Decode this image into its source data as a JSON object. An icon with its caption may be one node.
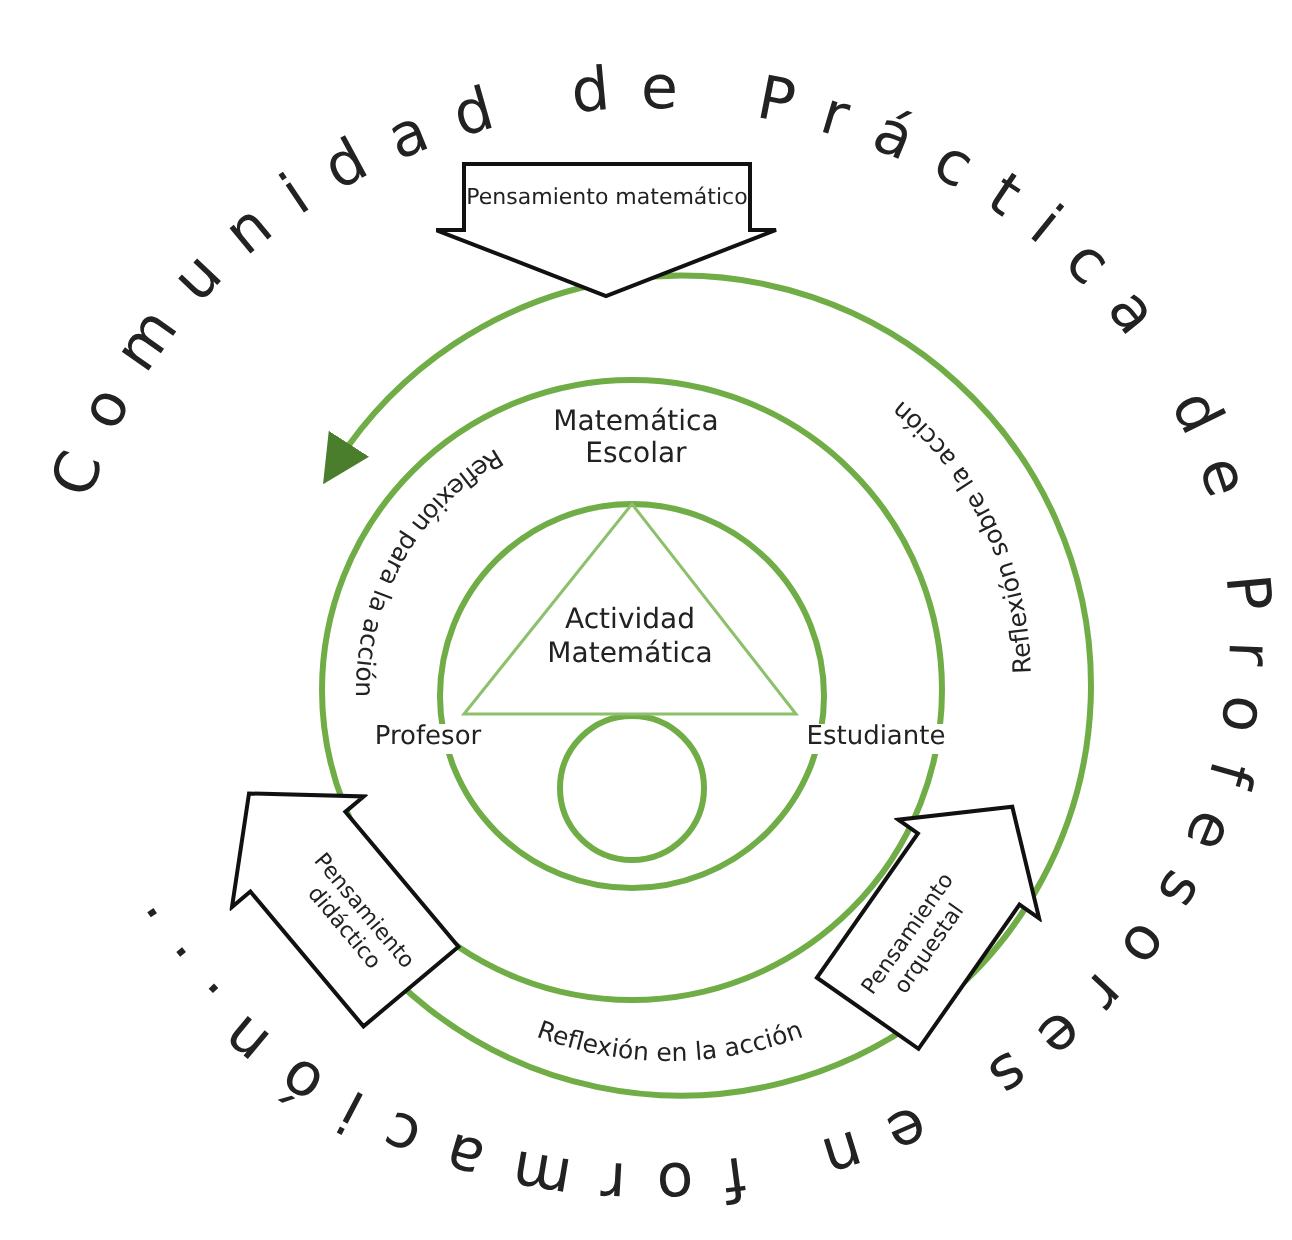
{
  "diagram": {
    "title": "Comunidad de Práctica de Profesores en formación...",
    "nodes": [
      {
        "text": [
          "Pensamiento matemático"
        ]
      },
      {
        "text": [
          "Actividad Matemática"
        ]
      },
      {
        "text": [
          "Pensamiento didáctico"
        ]
      },
      {
        "text": [
          "Pensamiento orquestal"
        ]
      }
    ],
    "labels": [
      "Reflexión sobre la acción",
      "Matemática Escolar",
      "Reflexión para la acción",
      "Profesor",
      "Estudiante",
      "Reflexión en la acción"
    ]
  }
}
